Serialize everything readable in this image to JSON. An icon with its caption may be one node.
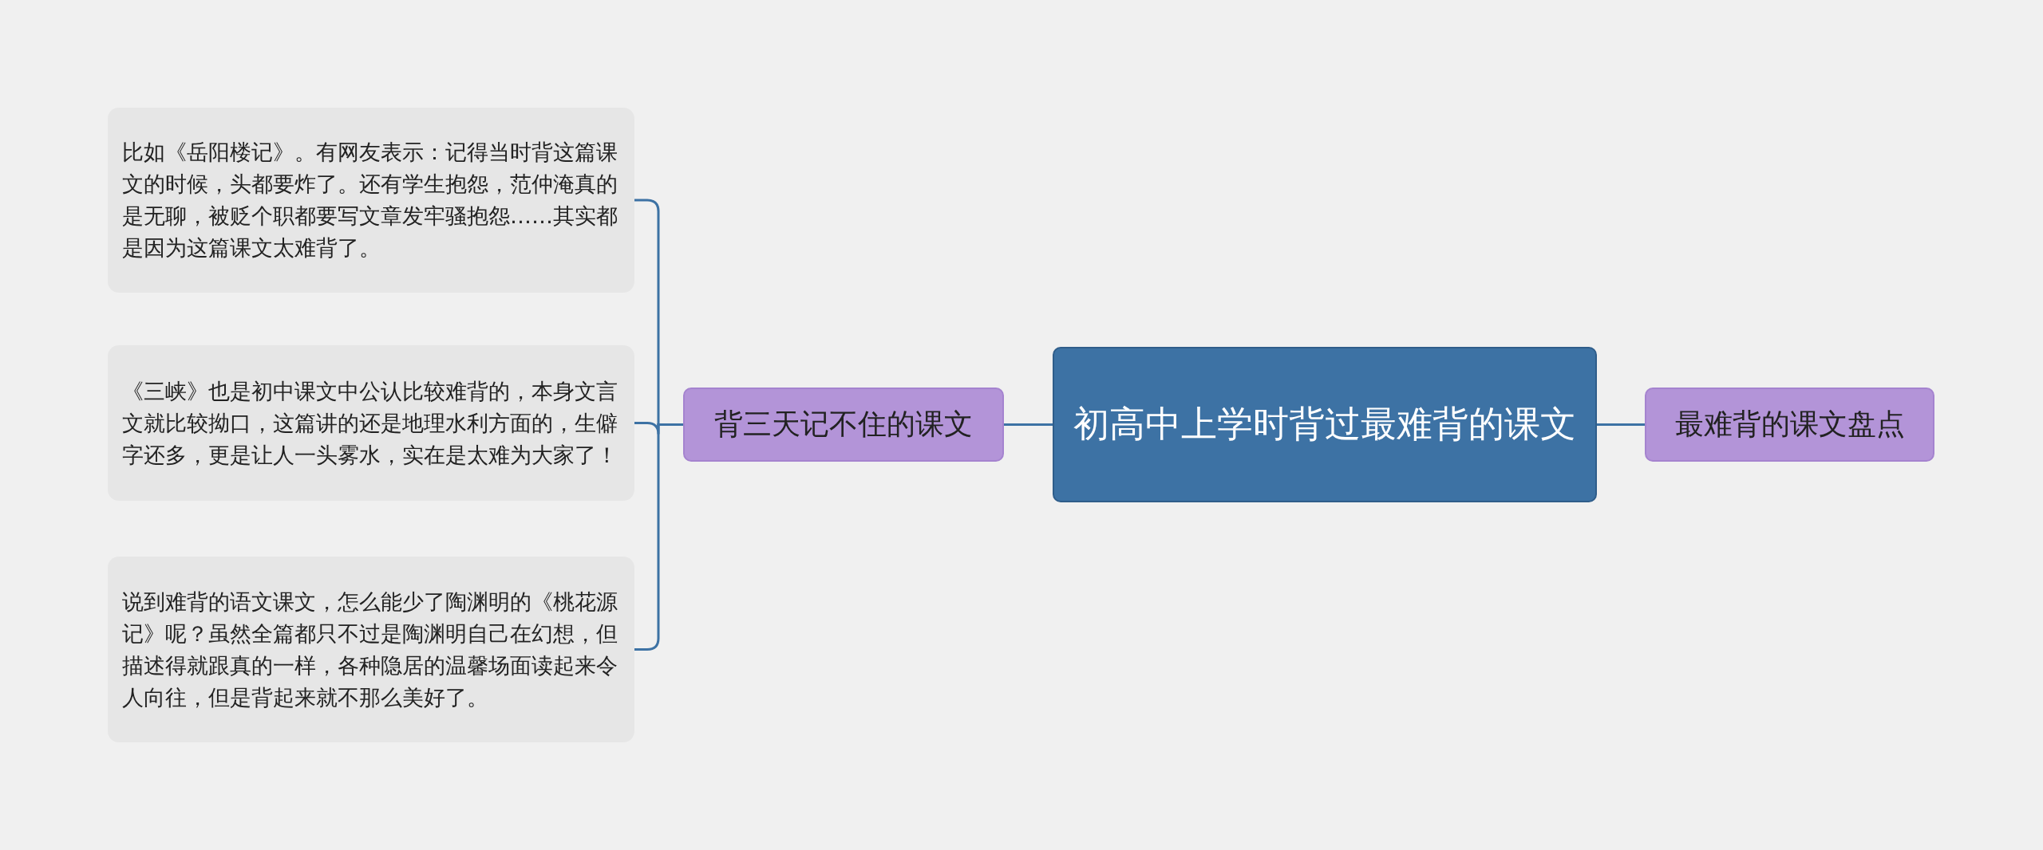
{
  "diagram": {
    "nodes": [
      {
        "text": [
          "初高中上学时背过最难背的课文"
        ]
      },
      {
        "text": [
          "背三天记不住的课文"
        ]
      },
      {
        "text": [
          "最难背的课文盘点"
        ]
      },
      {
        "text": [
          "比如《岳阳楼记》。有网友表示：记得当时背这篇课文的时候，头都要炸了。还有学生抱怨，范仲淹真的是无聊，被贬个职都要写文章发牢骚抱怨……其实都是因为这篇课文太难背了。"
        ]
      },
      {
        "text": [
          "《三峡》也是初中课文中公认比较难背的，本身文言文就比较拗口，这篇讲的还是地理水利方面的，生僻字还多，更是让人一头雾水，实在是太难为大家了！"
        ]
      },
      {
        "text": [
          "说到难背的语文课文，怎么能少了陶渊明的《桃花源记》呢？虽然全篇都只不过是陶渊明自己在幻想，但描述得就跟真的一样，各种隐居的温馨场面读起来令人向往，但是背起来就不那么美好了。"
        ]
      }
    ],
    "edges": [
      {
        "from": 0,
        "to": 1,
        "arrow": "none"
      },
      {
        "from": 0,
        "to": 2,
        "arrow": "none"
      },
      {
        "from": 1,
        "to": 3,
        "arrow": "none"
      },
      {
        "from": 1,
        "to": 4,
        "arrow": "none"
      },
      {
        "from": 1,
        "to": 5,
        "arrow": "none"
      }
    ]
  }
}
